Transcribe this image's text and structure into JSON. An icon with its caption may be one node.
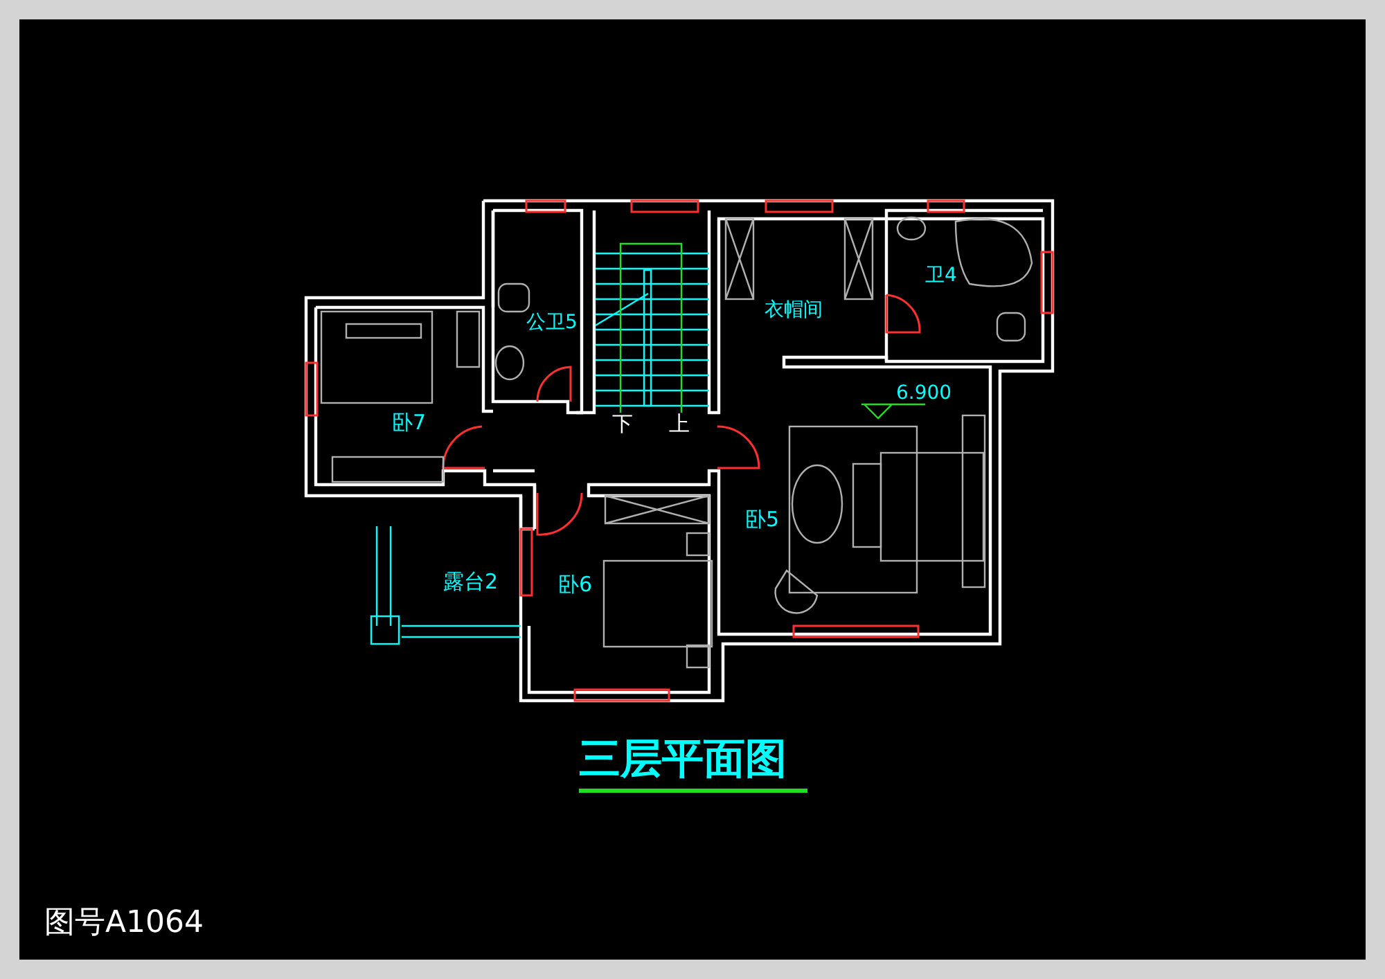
{
  "diagram": {
    "title": "三层平面图",
    "labels": [
      "公卫5",
      "衣帽间",
      "卫4",
      "卧7",
      "下",
      "上",
      "6.900",
      "卧5",
      "露台2",
      "卧6",
      "图号A1064"
    ]
  }
}
